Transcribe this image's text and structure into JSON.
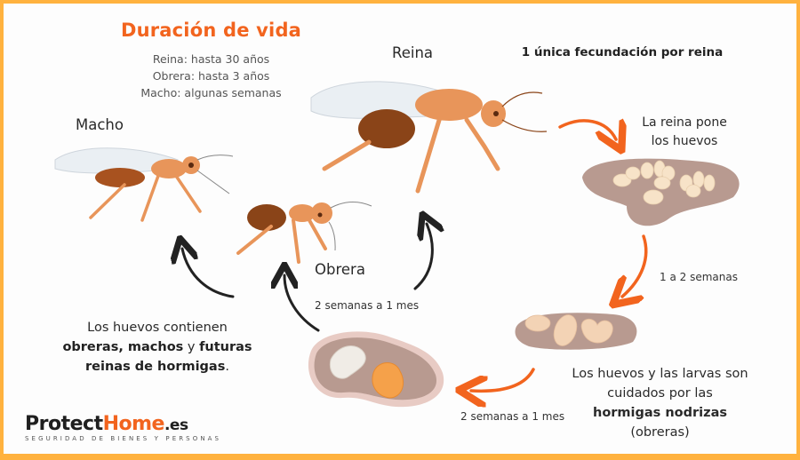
{
  "diagram": {
    "title": "Duración de vida",
    "lifespan": [
      "Reina: hasta 30 años",
      "Obrera: hasta 3 años",
      "Macho: algunas semanas"
    ],
    "fecundation_note": "1 única fecundación por reina",
    "nodes": {
      "queen": {
        "label": "Reina",
        "icon": "queen-ant-icon"
      },
      "male": {
        "label": "Macho",
        "icon": "male-ant-icon"
      },
      "worker": {
        "label": "Obrera",
        "icon": "worker-ant-icon"
      },
      "eggs": {
        "label_line1": "La reina pone",
        "label_line2": "los huevos",
        "icon": "eggs-icon"
      },
      "larvae": {
        "icon": "larvae-icon"
      },
      "pupae": {
        "icon": "pupae-icon"
      }
    },
    "durations": {
      "eggs_to_larvae": "1 a 2 semanas",
      "larvae_to_pupae": "2 semanas a 1 mes",
      "pupae_to_adults": "2 semanas a 1 mes"
    },
    "nurse_text": {
      "line1": "Los huevos y las larvas son",
      "line2": "cuidados por las",
      "line3_bold": "hormigas nodrizas",
      "line4": "(obreras)"
    },
    "eggs_contain_text": {
      "line1": "Los huevos contienen",
      "bold1": "obreras, machos",
      "mid": " y ",
      "bold2": "futuras",
      "bold3": "reinas de hormigas",
      "end": "."
    },
    "colors": {
      "accent": "#f2641e",
      "border": "#ffb23f",
      "ant_body": "#e8955a",
      "ant_abdomen": "#8a4418",
      "nest": "#b89a90",
      "arrow_dark": "#222222"
    }
  },
  "brand": {
    "name_part1": "Protect",
    "name_part2": "Home",
    "tld": ".es",
    "tagline": "SEGURIDAD DE BIENES Y PERSONAS"
  }
}
